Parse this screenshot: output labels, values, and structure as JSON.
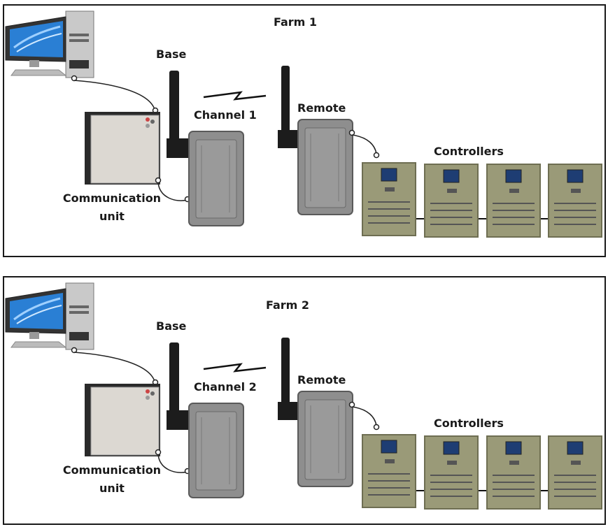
{
  "farms": [
    {
      "title": "Farm 1",
      "base_label": "Base",
      "channel_label": "Channel 1",
      "remote_label": "Remote",
      "controllers_label": "Controllers",
      "comm_label_line1": "Communication",
      "comm_label_line2": "unit"
    },
    {
      "title": "Farm 2",
      "base_label": "Base",
      "channel_label": "Channel 2",
      "remote_label": "Remote",
      "controllers_label": "Controllers",
      "comm_label_line1": "Communication",
      "comm_label_line2": "unit"
    }
  ],
  "colors": {
    "controller_body": "#9a9a78",
    "enclosure_body": "#8e8e8e",
    "comm_unit_face": "#dcd8d2",
    "antenna": "#1c1c1c",
    "monitor_screen": "#2a7fd4"
  }
}
